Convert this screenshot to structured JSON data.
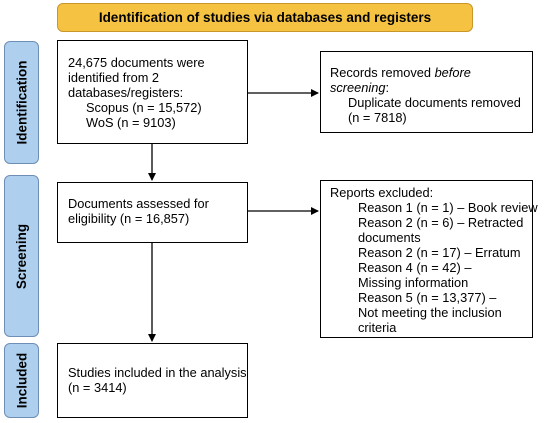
{
  "header": {
    "title": "Identification of studies via databases and registers"
  },
  "stages": {
    "identification": "Identification",
    "screening": "Screening",
    "included": "Included"
  },
  "identified_box": {
    "line1": "24,675 documents were",
    "line2": "identified from 2",
    "line3": "databases/registers:",
    "scopus": "Scopus (n = 15,572)",
    "wos": "WoS (n = 9103)"
  },
  "removed_box": {
    "line1_a": "Records removed ",
    "line1_b": "before",
    "line2": "screening",
    "line2_colon": ":",
    "line3": "Duplicate documents removed",
    "line4": "(n = 7818)"
  },
  "assessed_box": {
    "line1": "Documents assessed for",
    "line2": "eligibility (n = 16,857)"
  },
  "excluded_box": {
    "title": "Reports excluded:",
    "reasons": [
      "Reason 1 (n = 1) – Book review",
      "Reason 2 (n = 6) – Retracted",
      "documents",
      "Reason 2 (n = 17) – Erratum",
      "Reason 4 (n = 42) –",
      "Missing information",
      "Reason 5 (n = 13,377) –",
      "Not meeting the inclusion",
      "criteria"
    ]
  },
  "included_box": {
    "line1": "Studies included in the analysis",
    "line2": "(n = 3414)"
  },
  "colors": {
    "header_fill": "#f5c242",
    "stage_fill": "#aed0ee",
    "box_border": "#000000"
  }
}
